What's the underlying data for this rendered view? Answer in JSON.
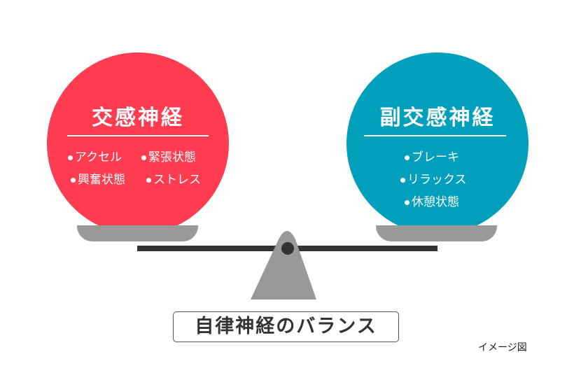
{
  "left": {
    "title": "交感神経",
    "items": [
      "アクセル",
      "緊張状態",
      "興奮状態",
      "ストレス"
    ],
    "color": "#ff3c50"
  },
  "right": {
    "title": "副交感神経",
    "items": [
      "ブレーキ",
      "リラックス",
      "休憩状態"
    ],
    "color": "#00a0bc"
  },
  "caption": "自律神経のバランス",
  "note": "イメージ図"
}
